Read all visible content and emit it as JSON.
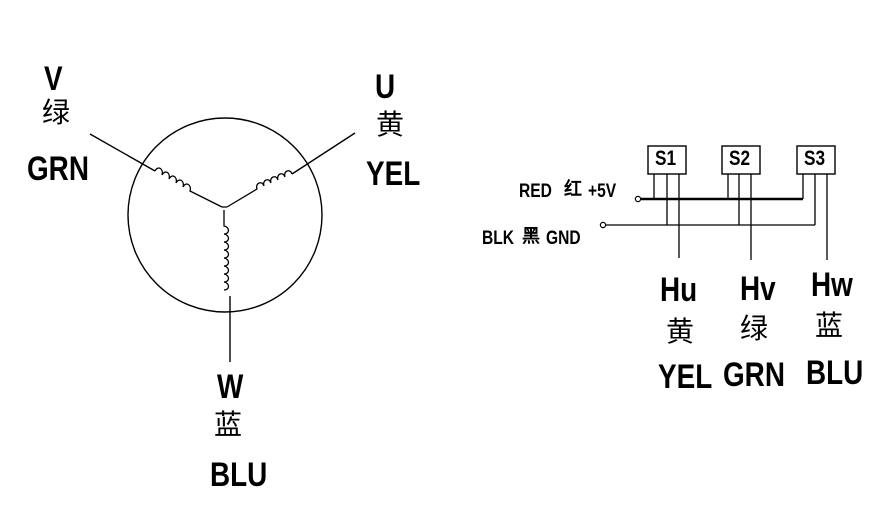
{
  "motor": {
    "phase_v": {
      "letter": "V",
      "cn": "绿",
      "color": "GRN"
    },
    "phase_u": {
      "letter": "U",
      "cn": "黄",
      "color": "YEL"
    },
    "phase_w": {
      "letter": "W",
      "cn": "蓝",
      "color": "BLU"
    }
  },
  "hall": {
    "sensors": [
      "S1",
      "S2",
      "S3"
    ],
    "power": {
      "name": "RED",
      "cn": "红",
      "value": "+5V"
    },
    "ground": {
      "name": "BLK",
      "cn": "黑",
      "value": "GND"
    },
    "outputs": [
      {
        "name": "Hu",
        "cn": "黄",
        "color": "YEL"
      },
      {
        "name": "Hv",
        "cn": "绿",
        "color": "GRN"
      },
      {
        "name": "Hw",
        "cn": "蓝",
        "color": "BLU"
      }
    ]
  }
}
